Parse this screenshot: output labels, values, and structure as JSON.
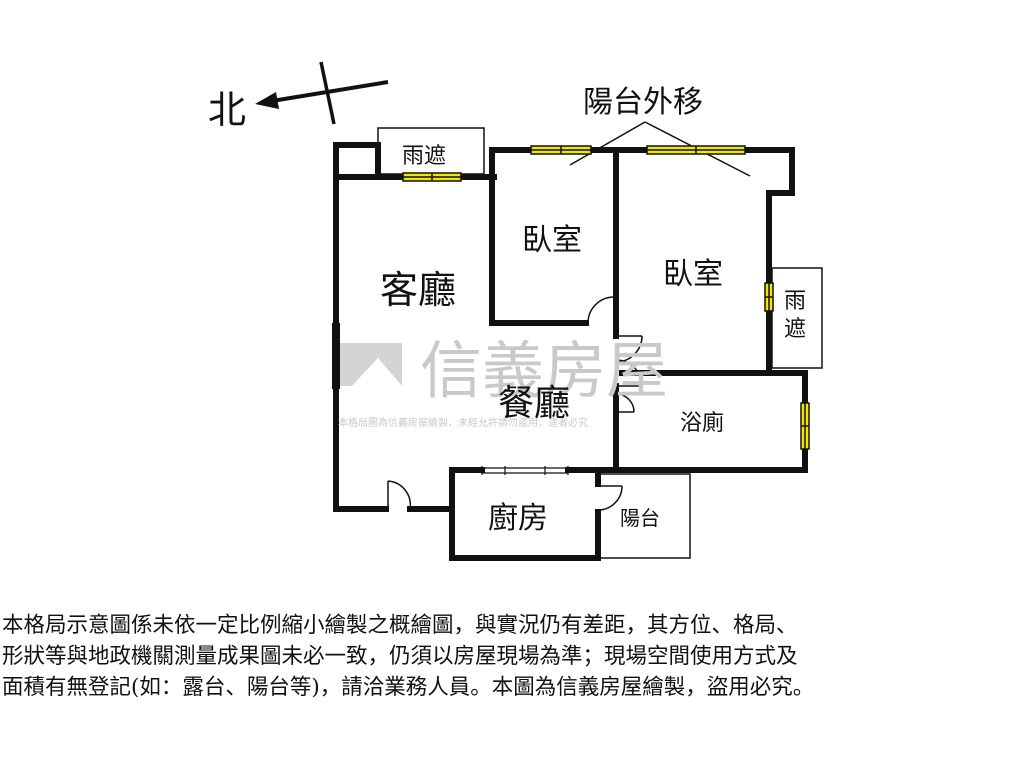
{
  "compass": {
    "label": "北"
  },
  "annotation": {
    "balcony_moved": "陽台外移"
  },
  "rooms": {
    "canopy_top": "雨遮",
    "canopy_right": "雨遮",
    "bedroom_1": "臥室",
    "bedroom_2": "臥室",
    "living_room": "客廳",
    "dining_room": "餐廳",
    "bathroom": "浴廁",
    "kitchen": "廚房",
    "balcony": "陽台"
  },
  "watermark": {
    "brand": "信義房屋",
    "notice": "本格局圖為信義房屋繪製，未經允許請勿盜用，違者必究"
  },
  "disclaimer": {
    "lines": [
      "本格局示意圖係未依一定比例縮小繪製之概繪圖，與實況仍有差距，其方位、格局、",
      "形狀等與地政機關測量成果圖未必一致，仍須以房屋現場為準；現場空間使用方式及",
      "面積有無登記(如：露台、陽台等)，請洽業務人員。本圖為信義房屋繪製，盜用必究。"
    ]
  },
  "colors": {
    "wall": "#111111",
    "window_fill": "#f2e600",
    "watermark": "#c9c9c9",
    "background": "#ffffff"
  }
}
